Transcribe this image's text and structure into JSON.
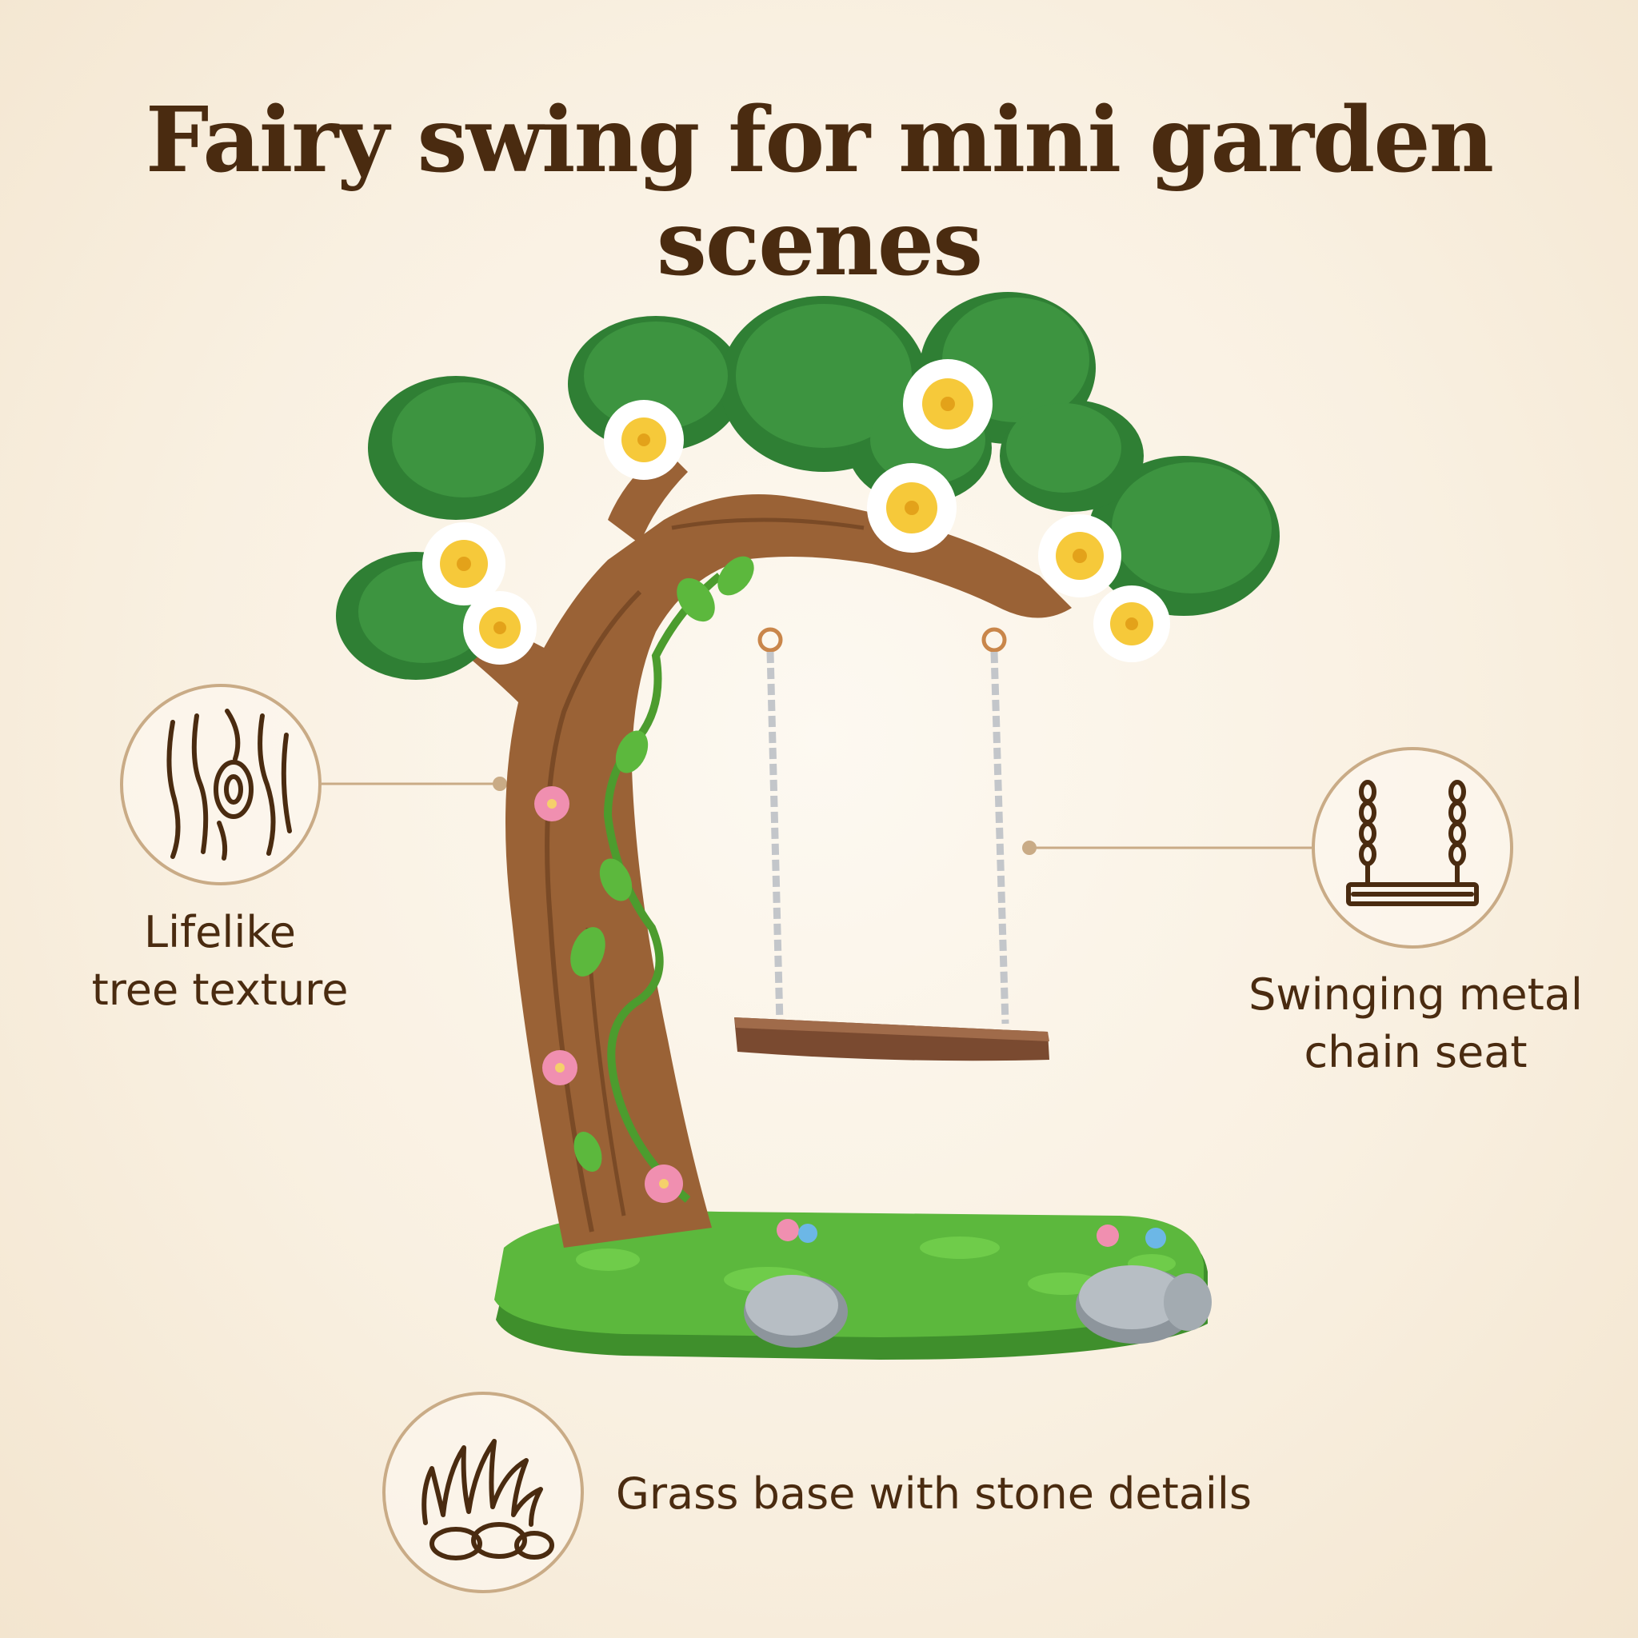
{
  "title": "Fairy swing for mini garden scenes",
  "features": [
    {
      "icon": "wood-grain-icon",
      "lines": [
        "Lifelike",
        "tree texture"
      ]
    },
    {
      "icon": "swing-chain-icon",
      "lines": [
        "Swinging metal",
        "chain seat"
      ]
    },
    {
      "icon": "grass-stones-icon",
      "lines": [
        "Grass base with stone details"
      ]
    }
  ],
  "colors": {
    "text": "#4a2b10",
    "accent": "#c9ab86",
    "leaf": "#3d9440",
    "trunk": "#9a6236",
    "grass": "#58b43a"
  }
}
